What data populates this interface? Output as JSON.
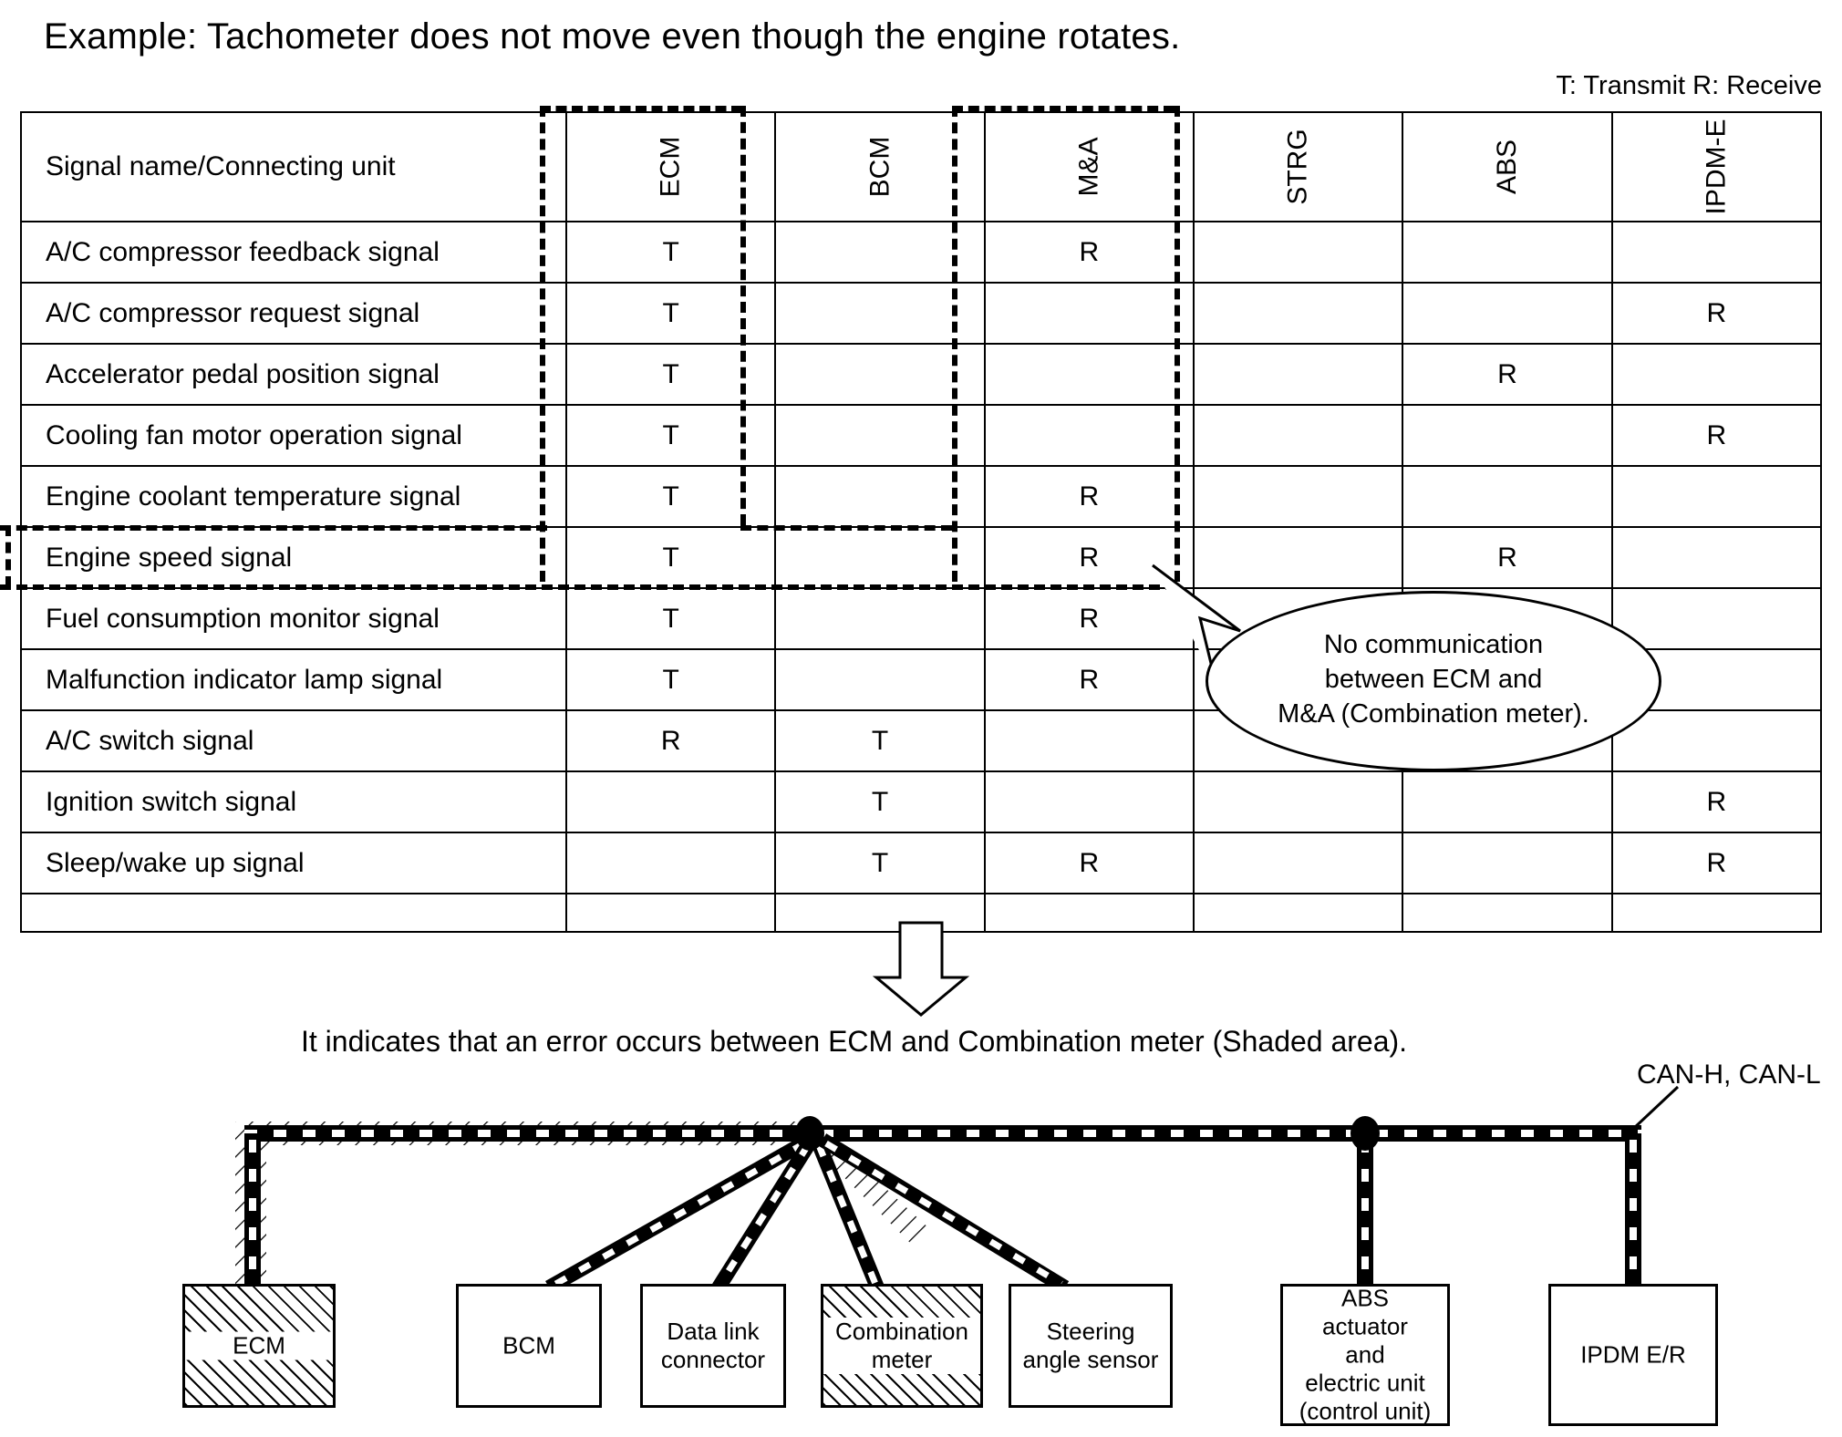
{
  "title": "Example: Tachometer does not move even though the engine rotates.",
  "legend": "T: Transmit  R: Receive",
  "table": {
    "name_header": "Signal name/Connecting unit",
    "columns": [
      "ECM",
      "BCM",
      "M&A",
      "STRG",
      "ABS",
      "IPDM-E"
    ],
    "rows": [
      {
        "name": "A/C compressor feedback signal",
        "values": [
          "T",
          "",
          "R",
          "",
          "",
          ""
        ]
      },
      {
        "name": "A/C compressor request signal",
        "values": [
          "T",
          "",
          "",
          "",
          "",
          "R"
        ]
      },
      {
        "name": "Accelerator pedal position signal",
        "values": [
          "T",
          "",
          "",
          "",
          "R",
          ""
        ]
      },
      {
        "name": "Cooling fan motor operation signal",
        "values": [
          "T",
          "",
          "",
          "",
          "",
          "R"
        ]
      },
      {
        "name": "Engine coolant temperature signal",
        "values": [
          "T",
          "",
          "R",
          "",
          "",
          ""
        ]
      },
      {
        "name": "Engine speed signal",
        "values": [
          "T",
          "",
          "R",
          "",
          "R",
          ""
        ]
      },
      {
        "name": "Fuel consumption monitor signal",
        "values": [
          "T",
          "",
          "R",
          "",
          "",
          ""
        ]
      },
      {
        "name": "Malfunction indicator lamp signal",
        "values": [
          "T",
          "",
          "R",
          "",
          "",
          ""
        ]
      },
      {
        "name": "A/C switch signal",
        "values": [
          "R",
          "T",
          "",
          "",
          "",
          ""
        ]
      },
      {
        "name": "Ignition switch signal",
        "values": [
          "",
          "T",
          "",
          "",
          "",
          "R"
        ]
      },
      {
        "name": "Sleep/wake up signal",
        "values": [
          "",
          "T",
          "R",
          "",
          "",
          "R"
        ]
      },
      {
        "name": "",
        "values": [
          "",
          "",
          "",
          "",
          "",
          ""
        ]
      }
    ]
  },
  "callout": {
    "line1": "No communication",
    "line2": "between ECM and",
    "line3": "M&A (Combination meter)."
  },
  "caption": "It indicates that an error occurs between ECM and Combination meter (Shaded area).",
  "network": {
    "bus_label": "CAN-H, CAN-L",
    "units": [
      {
        "id": "ecm",
        "label": "ECM",
        "shaded": true
      },
      {
        "id": "bcm",
        "label": "BCM",
        "shaded": false
      },
      {
        "id": "dlc",
        "label": "Data link\nconnector",
        "shaded": false
      },
      {
        "id": "meter",
        "label": "Combination\nmeter",
        "shaded": true
      },
      {
        "id": "strg",
        "label": "Steering\nangle sensor",
        "shaded": false
      },
      {
        "id": "abs",
        "label": "ABS\nactuator\nand\nelectric unit\n(control unit)",
        "shaded": false
      },
      {
        "id": "ipdm",
        "label": "IPDM E/R",
        "shaded": false
      }
    ]
  },
  "colors": {
    "ink": "#000000",
    "paper": "#ffffff"
  }
}
